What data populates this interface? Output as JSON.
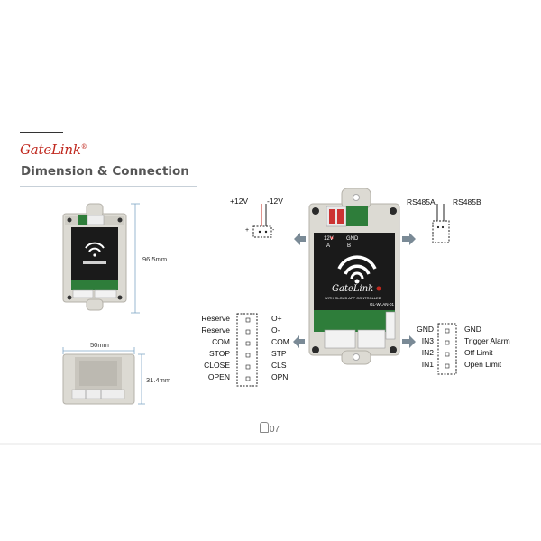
{
  "brand": {
    "name": "GateLink",
    "mark": "®"
  },
  "section_title": "Dimension & Connection",
  "page_number": "07",
  "dimensions": {
    "height": "96.5mm",
    "width": "50mm",
    "depth": "31.4mm"
  },
  "device": {
    "terminal_top": [
      "12V",
      "GND"
    ],
    "terminal_sub": [
      "A",
      "B"
    ],
    "logo_text": "GateLink",
    "tagline": "WITH CLOUD APP CONTROLLED",
    "model": "GL-WLAN-01",
    "relay_pins": [
      "O+",
      "O-",
      "COM",
      "STP",
      "CLS",
      "OPN"
    ],
    "input_pins": [
      "GND",
      "IN3",
      "IN2",
      "IN1"
    ],
    "rs_pins": [
      "485A",
      "485B"
    ]
  },
  "power": {
    "pos": "+12V",
    "neg": "-12V",
    "plus": "+",
    "minus": "-"
  },
  "rs485": {
    "a": "RS485A",
    "b": "RS485B"
  },
  "left_connector": {
    "functions": [
      "Reserve",
      "Reserve",
      "COM",
      "STOP",
      "CLOSE",
      "OPEN"
    ],
    "pins": [
      "O+",
      "O-",
      "COM",
      "STP",
      "CLS",
      "OPN"
    ]
  },
  "right_connector": {
    "pins": [
      "GND",
      "IN3",
      "IN2",
      "IN1"
    ],
    "functions": [
      "GND",
      "Trigger Alarm",
      "Off Limit",
      "Open Limit"
    ]
  },
  "colors": {
    "logo_red": "#c0281e",
    "case_grey": "#d8d6cf",
    "board_black": "#1a1a1a",
    "pcb_green": "#2e7d3a",
    "arrow_grey": "#7a8a96"
  }
}
